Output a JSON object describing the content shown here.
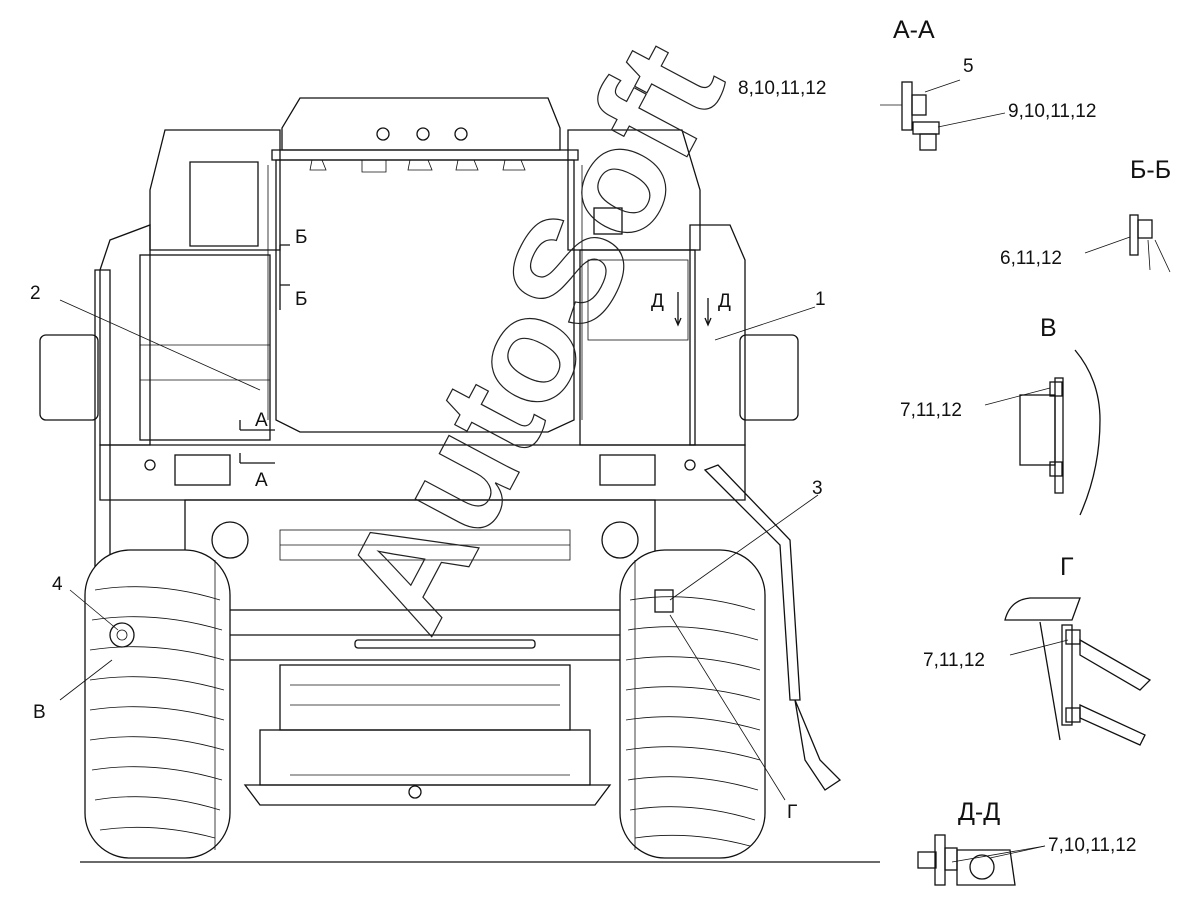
{
  "watermark": "AutoSoft",
  "main": {
    "callouts": {
      "c1": "1",
      "c2": "2",
      "c3": "3",
      "c4": "4",
      "cV": "В",
      "cG": "Г"
    },
    "section_marks": {
      "A_top": "А",
      "A_bottom": "А",
      "B_top": "Б",
      "B_bottom": "Б",
      "D_left": "Д",
      "D_right": "Д"
    }
  },
  "details": {
    "aa": {
      "title": "А-А",
      "part_top": "5",
      "part_left": "8,10,11,12",
      "part_right": "9,10,11,12"
    },
    "bb": {
      "title": "Б-Б",
      "part": "6,11,12"
    },
    "v": {
      "title": "В",
      "part": "7,11,12"
    },
    "g": {
      "title": "Г",
      "part": "7,11,12"
    },
    "dd": {
      "title": "Д-Д",
      "part": "7,10,11,12"
    }
  }
}
